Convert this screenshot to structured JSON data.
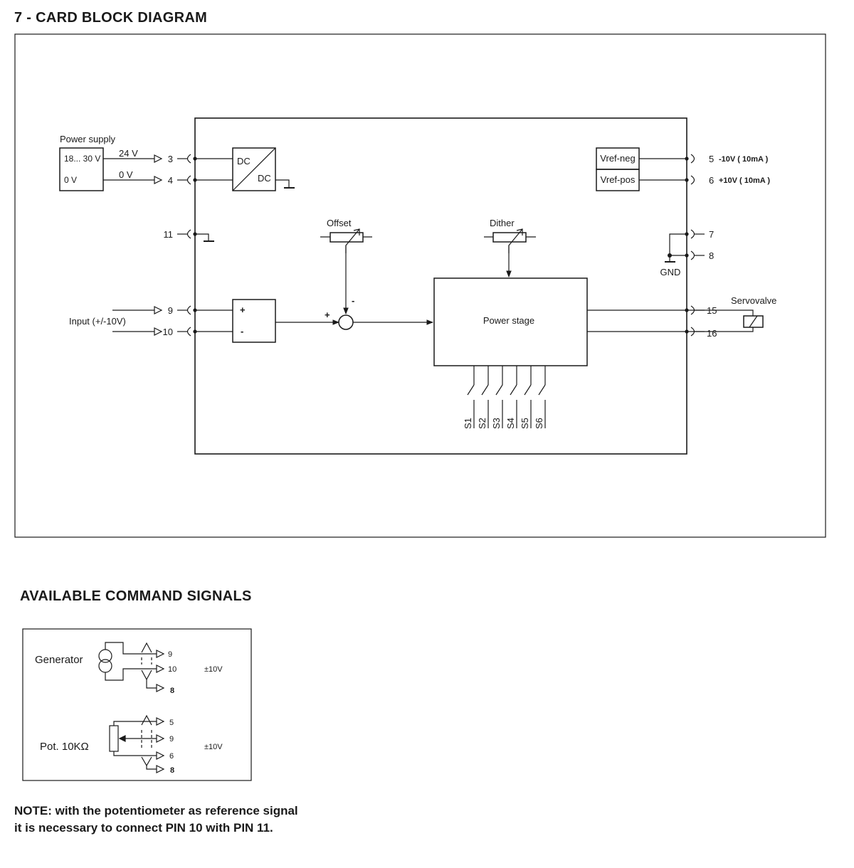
{
  "section_title": "7 - CARD BLOCK DIAGRAM",
  "block_diagram": {
    "power_supply": {
      "label": "Power supply",
      "range": "18... 30 V",
      "zero": "0 V",
      "wire_24v": "24 V",
      "wire_0v": "0 V"
    },
    "converter": {
      "top": "DC",
      "bottom": "DC"
    },
    "vref": {
      "neg": "Vref-neg",
      "pos": "Vref-pos",
      "neg_value": "-10V ( 10mA )",
      "pos_value": "+10V ( 10mA )"
    },
    "offset": "Offset",
    "dither": "Dither",
    "gnd": "GND",
    "input_label": "Input (+/-10V)",
    "diff_amp": {
      "plus": "+",
      "minus": "-"
    },
    "summer": {
      "plus": "+",
      "minus": "-"
    },
    "power_stage": "Power stage",
    "servovalve": "Servovalve",
    "switches": [
      "S1",
      "S2",
      "S3",
      "S4",
      "S5",
      "S6"
    ],
    "pins": {
      "p3": "3",
      "p4": "4",
      "p11": "11",
      "p9": "9",
      "p10": "10",
      "p5": "5",
      "p6": "6",
      "p7": "7",
      "p8": "8",
      "p15": "15",
      "p16": "16"
    }
  },
  "command_signals": {
    "title": "AVAILABLE COMMAND SIGNALS",
    "generator": {
      "label": "Generator",
      "pins": [
        "9",
        "10",
        "8"
      ],
      "range": "±10V"
    },
    "potentiometer": {
      "label": "Pot. 10KΩ",
      "pins": [
        "5",
        "9",
        "6",
        "8"
      ],
      "range": "±10V"
    }
  },
  "note": "NOTE: with the potentiometer as reference signal it is necessary to connect PIN 10 with PIN 11."
}
